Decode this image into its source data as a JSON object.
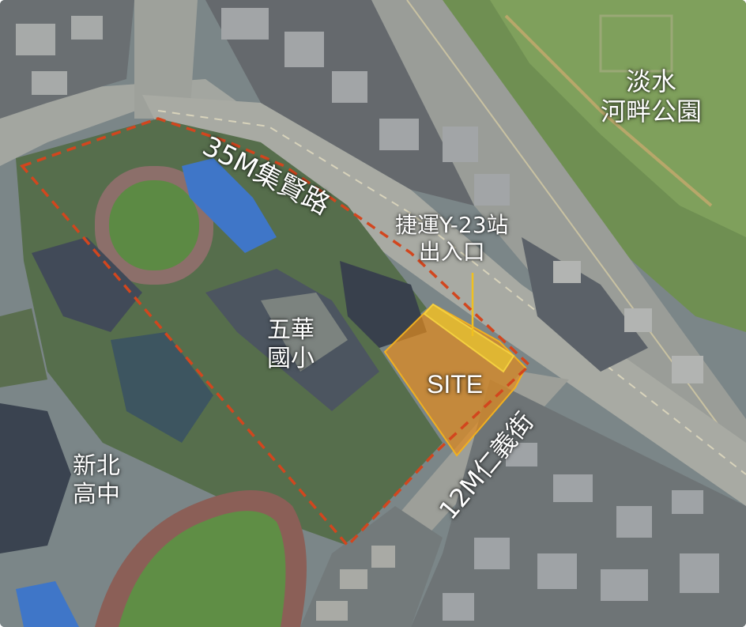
{
  "map": {
    "labels": {
      "road_main": "35M集賢路",
      "road_side": "12M仁義街",
      "park": [
        "淡水",
        "河畔公園"
      ],
      "metro": [
        "捷運Y-23站",
        "出入口"
      ],
      "school_primary": [
        "五華",
        "國小"
      ],
      "school_high": [
        "新北",
        "高中"
      ],
      "site": "SITE"
    },
    "colors": {
      "site_fill": "#e08a1e",
      "site_outline": "#f0b020",
      "metro_strip": "#e8c530",
      "boundary_dash": "#d2461e",
      "label_text": "#ffffff"
    }
  }
}
